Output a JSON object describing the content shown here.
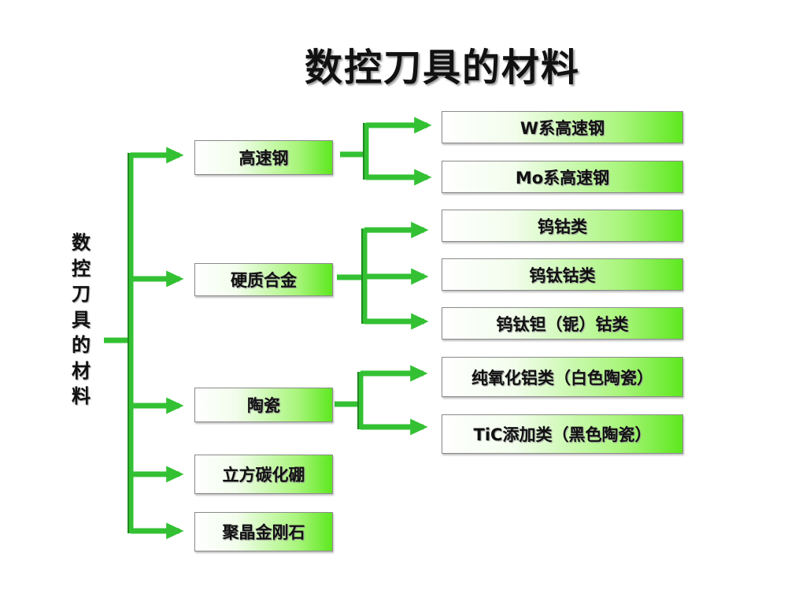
{
  "title": "数控刀具的材料",
  "root_label": [
    "数",
    "控",
    "刀",
    "具",
    "的",
    "材",
    "料"
  ],
  "level1": [
    "高速钢",
    "硬质合金",
    "陶瓷",
    "立方碳化硼",
    "聚晶金刚石"
  ],
  "level2": {
    "high_speed_steel": [
      "W系高速钢",
      "Mo系高速钢"
    ],
    "cemented_carbide": [
      "钨钴类",
      "钨钛钴类",
      "钨钛钽（铌）钴类"
    ],
    "ceramics": [
      "纯氧化铝类（白色陶瓷）",
      "TiC添加类（黑色陶瓷）"
    ]
  },
  "colors": {
    "connector": "#33c133",
    "connector_dark": "#1f8a1f",
    "box_gradient_end": "#5ee81f",
    "box_border": "#8a8a8a"
  }
}
